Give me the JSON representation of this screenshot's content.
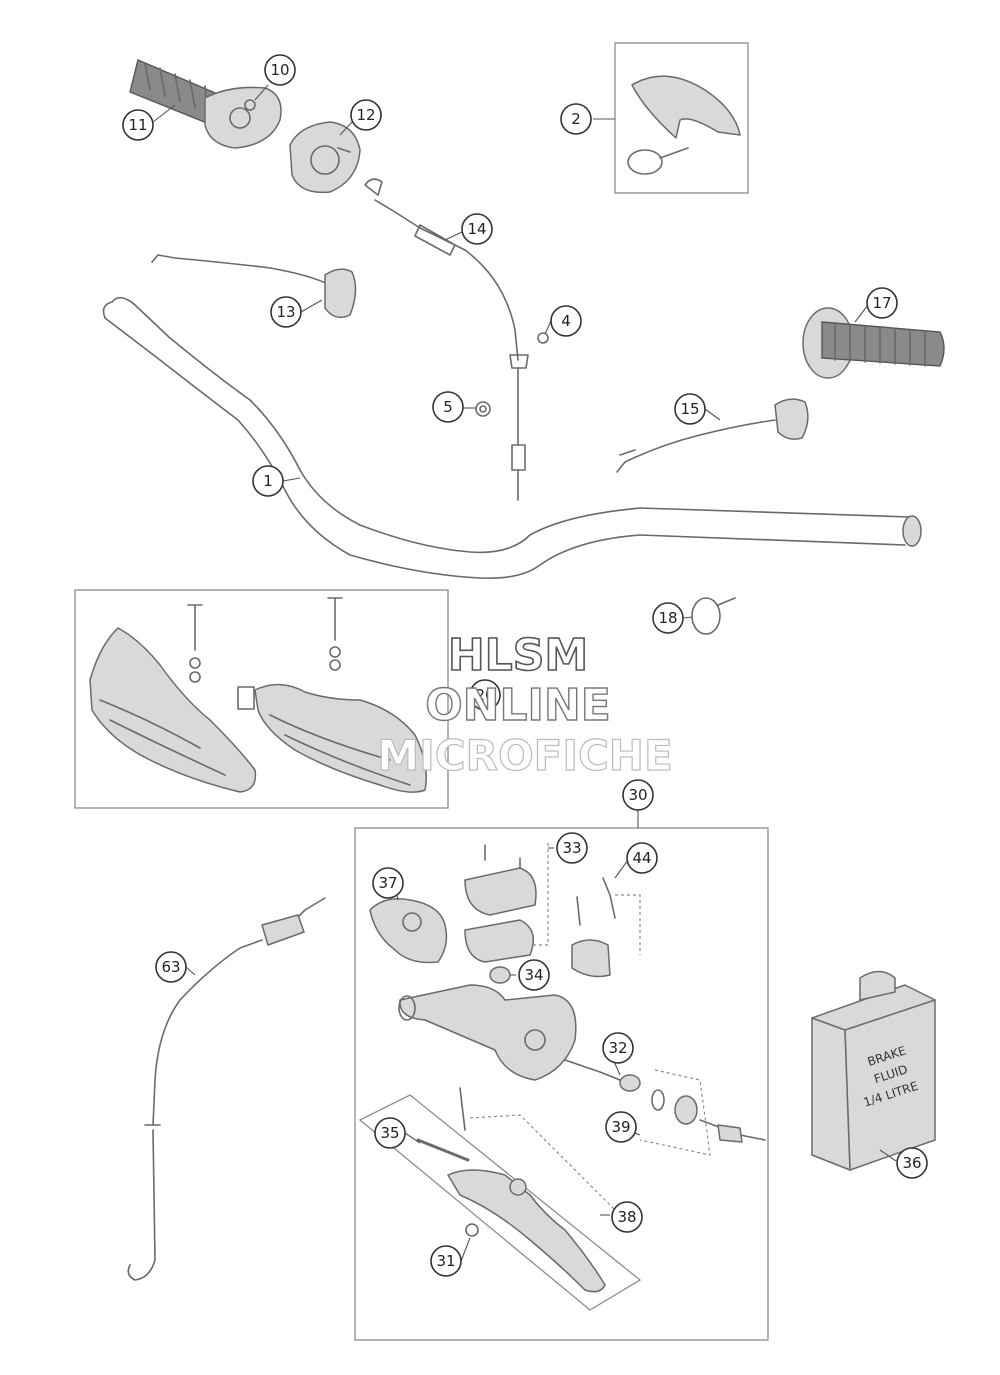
{
  "watermark": {
    "line1": "HLSM",
    "line2": "ONLINE",
    "line3": "MICROFICHE"
  },
  "bottle_label": {
    "line1": "BRAKE",
    "line2": "FLUID",
    "line3": "1/4 LITRE"
  },
  "callouts": {
    "c1": "1",
    "c2": "2",
    "c4": "4",
    "c5": "5",
    "c10": "10",
    "c11": "11",
    "c12": "12",
    "c13": "13",
    "c14": "14",
    "c15": "15",
    "c17": "17",
    "c18": "18",
    "c20": "20",
    "c30": "30",
    "c31": "31",
    "c32": "32",
    "c33": "33",
    "c34": "34",
    "c35": "35",
    "c36": "36",
    "c37": "37",
    "c38": "38",
    "c39": "39",
    "c44": "44",
    "c63": "63"
  }
}
